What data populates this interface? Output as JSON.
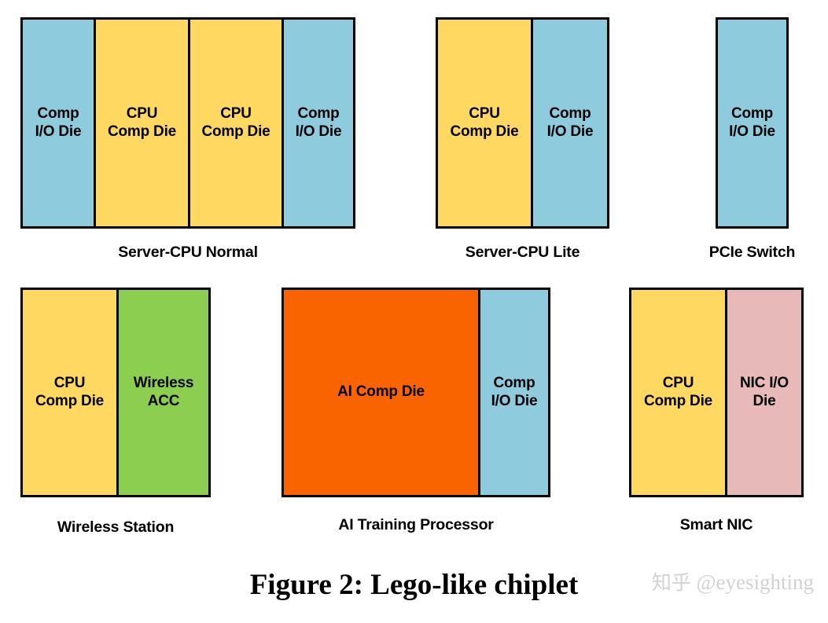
{
  "figure": {
    "caption": "Figure 2: Lego-like chiplet",
    "watermark_cn": "知乎",
    "watermark_handle": "@eyesighting"
  },
  "palette": {
    "io_die_blue": "#8ECCDD",
    "cpu_die_yellow": "#FFD862",
    "wireless_green": "#8CCE4F",
    "ai_orange": "#FA6400",
    "nic_pink": "#E8B9B9",
    "outline": "#000000",
    "background": "#FFFFFF"
  },
  "groups": [
    {
      "id": "server-cpu-normal",
      "caption": "Server-CPU Normal",
      "dies": [
        {
          "label": "Comp\nI/O Die",
          "kind": "io-die",
          "color": "#8ECCDD"
        },
        {
          "label": "CPU\nComp Die",
          "kind": "cpu-die",
          "color": "#FFD862"
        },
        {
          "label": "CPU\nComp Die",
          "kind": "cpu-die",
          "color": "#FFD862"
        },
        {
          "label": "Comp\nI/O Die",
          "kind": "io-die",
          "color": "#8ECCDD"
        }
      ]
    },
    {
      "id": "server-cpu-lite",
      "caption": "Server-CPU Lite",
      "dies": [
        {
          "label": "CPU\nComp Die",
          "kind": "cpu-die",
          "color": "#FFD862"
        },
        {
          "label": "Comp\nI/O Die",
          "kind": "io-die",
          "color": "#8ECCDD"
        }
      ]
    },
    {
      "id": "pcie-switch",
      "caption": "PCIe Switch",
      "dies": [
        {
          "label": "Comp\nI/O Die",
          "kind": "io-die",
          "color": "#8ECCDD"
        }
      ]
    },
    {
      "id": "wireless-station",
      "caption": "Wireless Station",
      "dies": [
        {
          "label": "CPU\nComp Die",
          "kind": "cpu-die",
          "color": "#FFD862"
        },
        {
          "label": "Wireless\nACC",
          "kind": "wireless-acc",
          "color": "#8CCE4F"
        }
      ]
    },
    {
      "id": "ai-training-processor",
      "caption": "AI Training Processor",
      "dies": [
        {
          "label": "AI Comp Die",
          "kind": "ai-comp-die",
          "color": "#FA6400"
        },
        {
          "label": "Comp\nI/O Die",
          "kind": "io-die",
          "color": "#8ECCDD"
        }
      ]
    },
    {
      "id": "smart-nic",
      "caption": "Smart NIC",
      "dies": [
        {
          "label": "CPU\nComp Die",
          "kind": "cpu-die",
          "color": "#FFD862"
        },
        {
          "label": "NIC I/O\nDie",
          "kind": "nic-io-die",
          "color": "#E8B9B9"
        }
      ]
    }
  ]
}
